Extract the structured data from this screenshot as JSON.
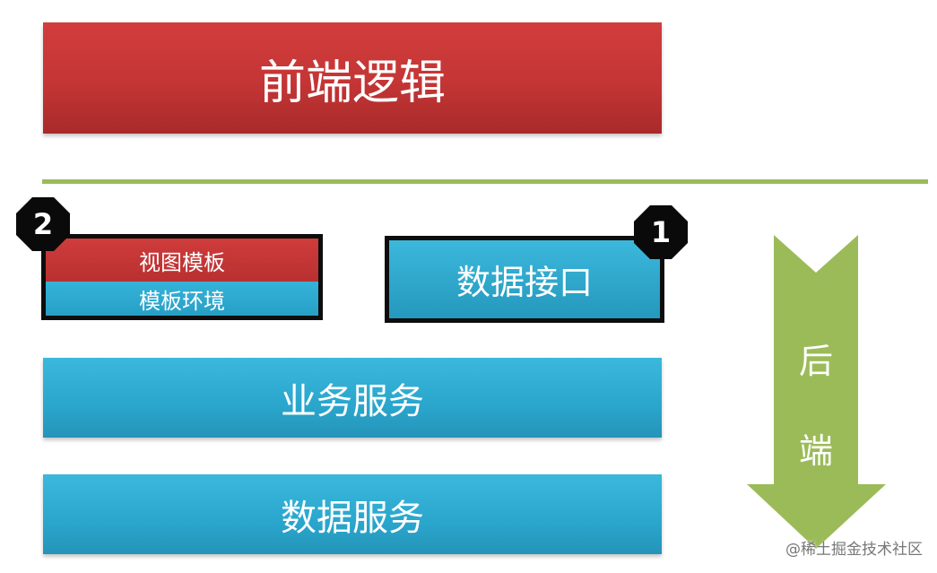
{
  "layers": {
    "frontend_logic": "前端逻辑",
    "view_template": "视图模板",
    "template_env": "模板环境",
    "data_interface": "数据接口",
    "business_service": "业务服务",
    "data_service": "数据服务"
  },
  "badges": {
    "one": "1",
    "two": "2"
  },
  "backend_arrow": {
    "char1": "后",
    "char2": "端",
    "color": "#9bbb59"
  },
  "watermark": "@稀土掘金技术社区",
  "colors": {
    "red": "#c43535",
    "blue": "#2aa6cd",
    "divider": "#9bbb59",
    "border": "#0d0d0d"
  }
}
